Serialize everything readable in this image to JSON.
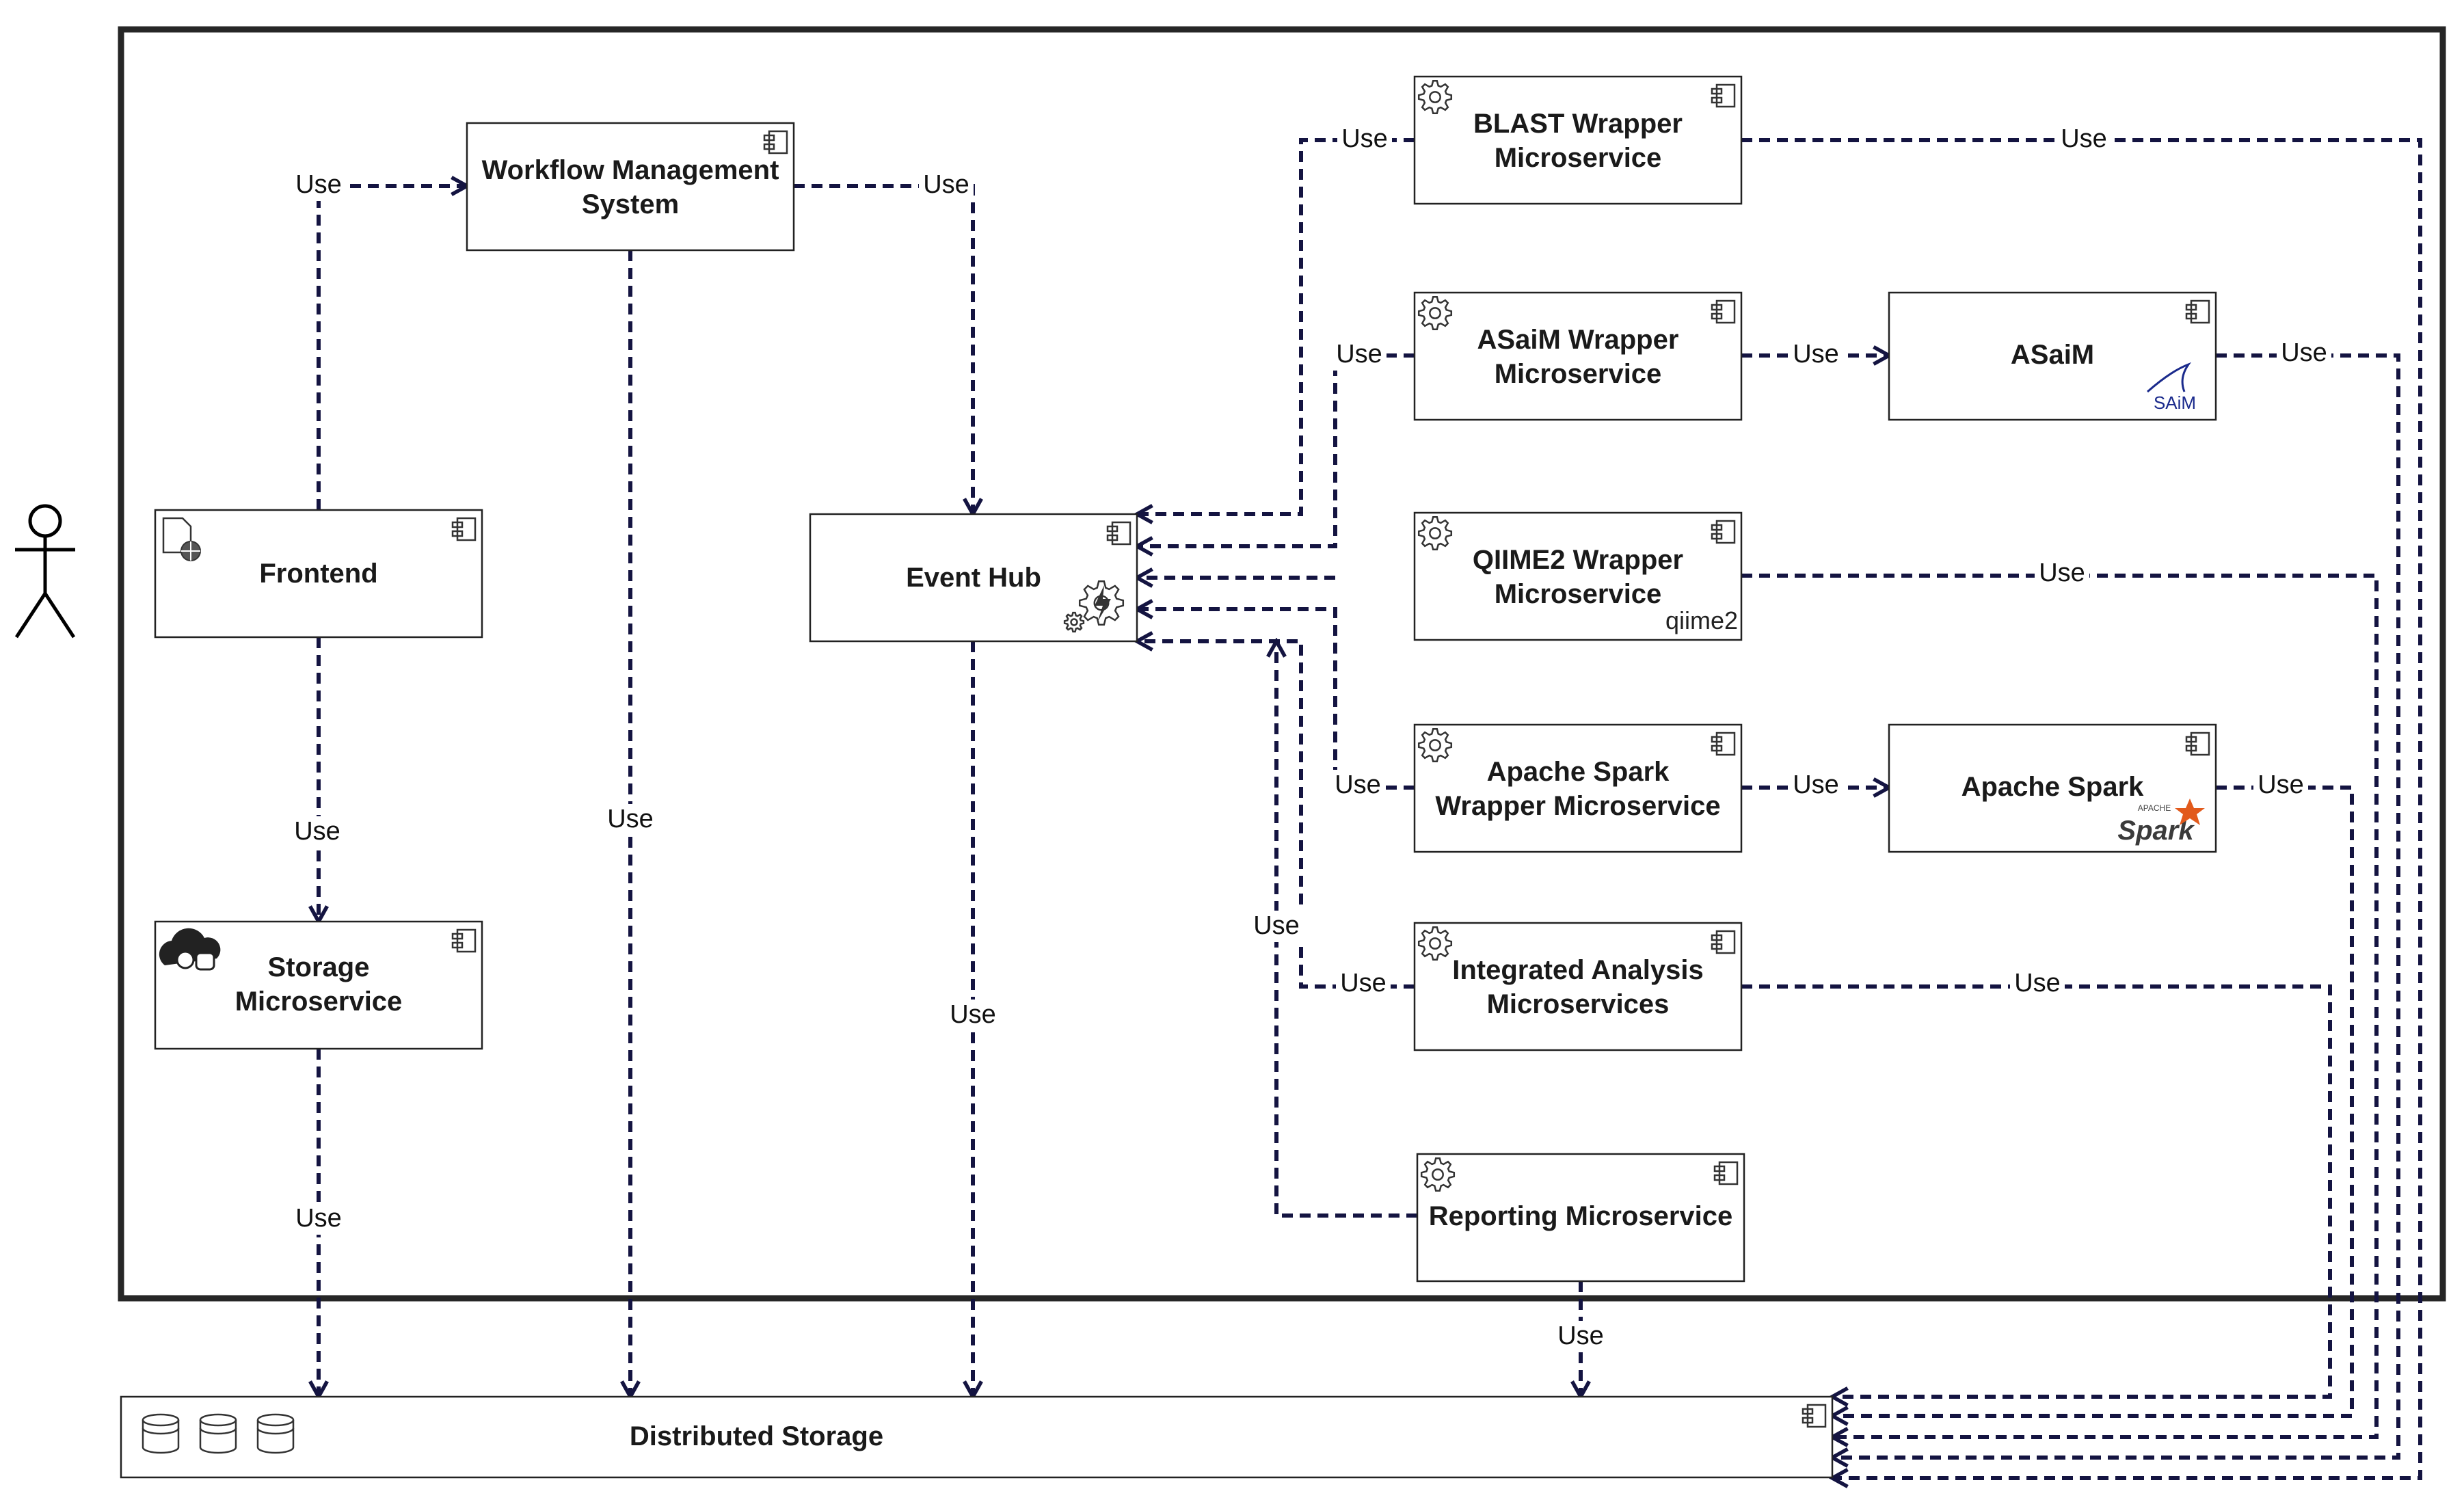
{
  "nodes": {
    "frontend": {
      "lines": [
        "Frontend"
      ]
    },
    "wms": {
      "lines": [
        "Workflow Management",
        "System"
      ]
    },
    "storage_ms": {
      "lines": [
        "Storage",
        "Microservice"
      ]
    },
    "event_hub": {
      "lines": [
        "Event Hub"
      ]
    },
    "blast": {
      "lines": [
        "BLAST Wrapper",
        "Microservice"
      ]
    },
    "asaim_wrapper": {
      "lines": [
        "ASaiM Wrapper",
        "Microservice"
      ]
    },
    "asaim": {
      "lines": [
        "ASaiM"
      ]
    },
    "qiime2": {
      "lines": [
        "QIIME2 Wrapper",
        "Microservice"
      ]
    },
    "spark_wrapper": {
      "lines": [
        "Apache Spark",
        "Wrapper Microservice"
      ]
    },
    "spark": {
      "lines": [
        "Apache Spark"
      ]
    },
    "integrated": {
      "lines": [
        "Integrated Analysis",
        "Microservices"
      ]
    },
    "reporting": {
      "lines": [
        "Reporting Microservice"
      ]
    },
    "dist_storage": {
      "lines": [
        "Distributed Storage"
      ]
    }
  },
  "logos": {
    "asaim": "SAiM",
    "qiime2": "qiime2",
    "spark_brand": "Spark",
    "spark_vendor": "APACHE"
  },
  "edge_label": "Use",
  "colors": {
    "edge": "#141441",
    "frame": "#262626",
    "box_border": "#222222"
  },
  "icons": {
    "frontend": "web-document-icon",
    "storage_ms": "cloud-storage-icon",
    "event_hub": "gear-bolt-icon",
    "microservice": "gear-icon",
    "component": "uml-component-icon",
    "dist_storage": "database-cylinder-icon",
    "user": "stick-figure-actor-icon"
  }
}
